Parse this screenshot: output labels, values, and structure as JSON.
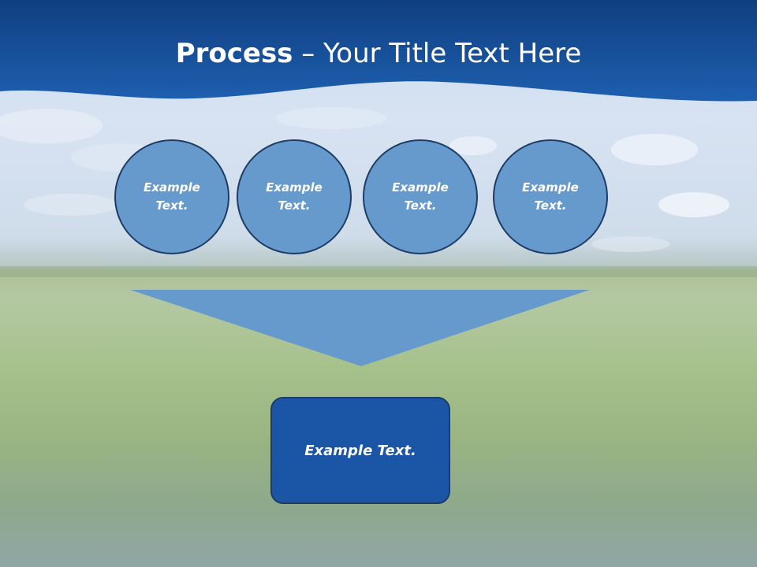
{
  "slide": {
    "title_bold": "Process",
    "title_rest": " – Your Title Text Here"
  },
  "diagram": {
    "steps": [
      {
        "label": "Example Text."
      },
      {
        "label": "Example Text."
      },
      {
        "label": "Example Text."
      },
      {
        "label": "Example Text."
      }
    ],
    "result": {
      "label": "Example Text."
    }
  },
  "colors": {
    "header_blue": "#1a56a5",
    "circle_fill": "#6699cc",
    "outline": "#1f3c66",
    "result_fill": "#1a56a5"
  }
}
